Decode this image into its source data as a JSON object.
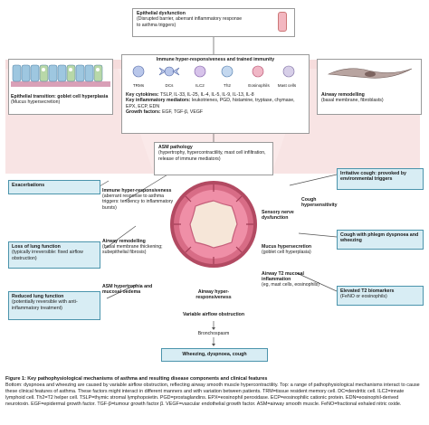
{
  "epithelial_dysfunction": {
    "title": "Epithelial dysfunction",
    "body": "(Disrupted barrier, aberrant inflammatory response to asthma triggers)"
  },
  "immunity": {
    "title": "Immune hyper-responsiveness and trained immunity",
    "cells": [
      "TRMs",
      "DCs",
      "ILC2",
      "Th2",
      "Eosinophils",
      "Mast cells"
    ],
    "cytokines_label": "Key cytokines:",
    "cytokines": " TSLP, IL-33, IL-25, IL-4, IL-5, IL-9, IL-13, IL-8",
    "mediators_label": "Key inflammatory mediators:",
    "mediators": " leukotrienes, PGD, histamine, tryptase, chymase, EPX, ECP, EDN",
    "growth_label": "Growth factors:",
    "growth": " EGF, TGF-β, VEGF"
  },
  "goblet": {
    "title": "Epithelial transition: goblet cell hyperplasia",
    "body": "(Mucus hypersecretion)"
  },
  "remodel_top": {
    "title": "Airway remodelling",
    "body": "(basal membrane, fibroblasts)"
  },
  "asm_path": {
    "title": "ASM pathology",
    "body": "(hypertrophy, hypercontractility, mast cell infiltration, release of immune mediators)"
  },
  "left_boxes": {
    "exacerbations": {
      "title": "Exacerbations"
    },
    "lung_loss": {
      "title": "Loss of lung function",
      "body": "(typically irreversible: fixed airflow obstruction)"
    },
    "reduced": {
      "title": "Reduced lung function",
      "body": "(potentially reversible with anti-inflammatory treatment)"
    }
  },
  "right_boxes": {
    "irritative": {
      "title": "Irritative cough: provoked by environmental triggers"
    },
    "phlegm": {
      "title": "Cough with phlegm dyspnoea and wheezing"
    },
    "t2": {
      "title": "Elevated T2 biomarkers",
      "body": "(FeNO or eosinophils)"
    }
  },
  "centre": {
    "immune_hyper": {
      "title": "Immune hyper-responsiveness",
      "body": "(aberrant response to asthma triggers: tendency to inflammatory bursts)"
    },
    "remodelling": {
      "title": "Airway remodelling",
      "body": "(basal membrane thickening; subepithelial fibrosis)"
    },
    "asm": {
      "title": "ASM hypertrophia and mucosal oedema"
    },
    "sensory": {
      "title": "Sensory nerve dysfunction"
    },
    "cough": {
      "title": "Cough hypersensitivity"
    },
    "mucus": {
      "title": "Mucus hypersecretion",
      "body": "(goblet cell hyperplasia)"
    },
    "t2_inflam": {
      "title": "Airway T2 mucosal inflammation",
      "body": "(eg, mast cells, eosinophils)"
    },
    "airway_hyper": {
      "title": "Airway hyper-responsiveness"
    },
    "variable": {
      "title": "Variable airflow obstruction"
    },
    "broncho": {
      "title": "Bronchospasm"
    },
    "wheeze": {
      "title": "Wheezing, dyspnoea, cough"
    }
  },
  "caption": {
    "lead": "Figure 1: Key pathophysiological mechanisms of asthma and resulting disease components and clinical features",
    "text": "Bottom: dyspnoea and wheezing are caused by variable airflow obstruction, reflecting airway smooth muscle hypercontractility. Top: a range of pathophysiological mechanisms interact to cause these clinical features of asthma. These factors might interact in different manners and with variation between patients. TRM=tissue resident memory cell. DC=dendritic cell. ILC2=innate lymphoid cell. Th2=T2 helper cell. TSLP=thymic stromal lymphopoietin. PGD=prostaglandins. EPX=eosinophil peroxidase. ECP=eosinophilic cationic protein. EDN=eosinophil-derived neurotoxin. EGF=epidermal growth factor. TGF-β=tumour growth factor β. VEGF=vascular endothelial growth factor. ASM=airway smooth muscle. FeNO=fractional exhaled nitric oxide."
  },
  "colors": {
    "teal_fill": "#d8edf4",
    "teal_border": "#4b94ac",
    "pink_band": "#f6dcdc",
    "airway_outer": "#b24a62",
    "airway_inner": "#ef8fa7",
    "lumen": "#f6e6d8"
  }
}
